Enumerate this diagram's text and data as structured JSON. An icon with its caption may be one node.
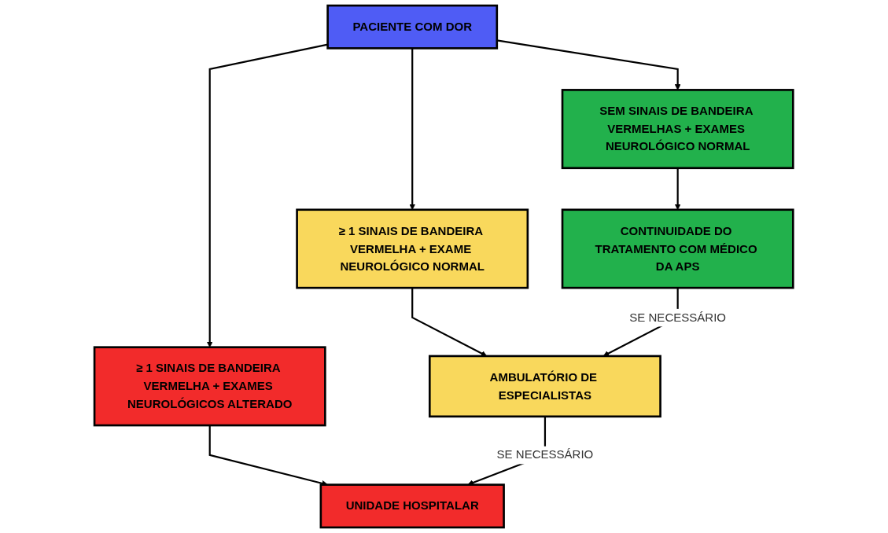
{
  "diagram": {
    "nodes": [
      {
        "text": [
          "PACIENTE COM DOR"
        ]
      },
      {
        "text": [
          "SEM SINAIS DE BANDEIRA VERMELHAS + EXAMES NEUROLÓGICO NORMAL"
        ]
      },
      {
        "text": [
          "≥ 1 SINAIS DE BANDEIRA VERMELHA + EXAME NEUROLÓGICO NORMAL"
        ]
      },
      {
        "text": [
          "≥ 1 SINAIS DE BANDEIRA VERMELHA + EXAMES NEUROLÓGICOS ALTERADO"
        ]
      },
      {
        "text": [
          "CONTINUIDADE DO TRATAMENTO COM MÉDICO DA APS"
        ]
      },
      {
        "text": [
          "AMBULATÓRIO DE ESPECIALISTAS"
        ]
      },
      {
        "text": [
          "UNIDADE HOSPITALAR"
        ]
      }
    ],
    "edges": [
      {
        "from": 0,
        "to": 1,
        "arrow": "to"
      },
      {
        "from": 0,
        "to": 2,
        "arrow": "to"
      },
      {
        "from": 0,
        "to": 3,
        "arrow": "to"
      },
      {
        "from": 1,
        "to": 4,
        "arrow": "to"
      },
      {
        "from": 2,
        "to": 5,
        "arrow": "to"
      },
      {
        "from": 3,
        "to": 6,
        "arrow": "to"
      },
      {
        "from": 4,
        "to": 5,
        "arrow": "to",
        "label": "SE NECESSÁRIO"
      },
      {
        "from": 5,
        "to": 6,
        "arrow": "to",
        "label": "SE NECESSÁRIO"
      }
    ]
  }
}
